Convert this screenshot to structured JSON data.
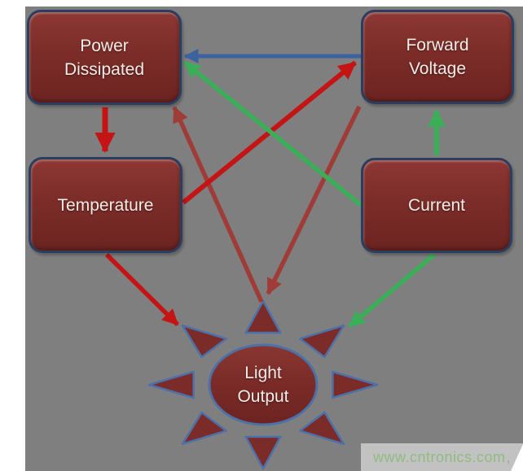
{
  "nodes": [
    {
      "id": "power-dissipated",
      "lines": [
        "Power",
        "Dissipated"
      ]
    },
    {
      "id": "forward-voltage",
      "lines": [
        "Forward",
        "Voltage"
      ]
    },
    {
      "id": "temperature",
      "lines": [
        "Temperature"
      ]
    },
    {
      "id": "current",
      "lines": [
        "Current"
      ]
    },
    {
      "id": "light-output",
      "lines": [
        "Light",
        "Output"
      ]
    }
  ],
  "edges": [
    {
      "from": "power-dissipated",
      "to": "temperature",
      "color": "red"
    },
    {
      "from": "temperature",
      "to": "forward-voltage",
      "color": "red"
    },
    {
      "from": "temperature",
      "to": "light-output",
      "color": "red"
    },
    {
      "from": "forward-voltage",
      "to": "power-dissipated",
      "color": "blue"
    },
    {
      "from": "current",
      "to": "power-dissipated",
      "color": "green"
    },
    {
      "from": "current",
      "to": "forward-voltage",
      "color": "green"
    },
    {
      "from": "current",
      "to": "light-output",
      "color": "green"
    },
    {
      "from": "forward-voltage",
      "to": "light-output",
      "color": "darkred"
    },
    {
      "from": "light-output",
      "to": "power-dissipated",
      "color": "darkred"
    }
  ],
  "edge_colors": {
    "red": "#c41414",
    "green": "#3bae58",
    "blue": "#3c62a0",
    "darkred": "#a03c38"
  },
  "palette": {
    "canvas_background": "#7f7f7f",
    "margin_background": "#ffffff",
    "node_fill": "#7b2c28",
    "node_border": "#2b3e60",
    "sun_border": "#4c70a8",
    "node_text": "#f2ece8",
    "watermark_band": "#c2c2c2",
    "watermark_text": "#8fbc80"
  },
  "watermark": {
    "text": "www.cntronics.com",
    "suffix": ","
  }
}
